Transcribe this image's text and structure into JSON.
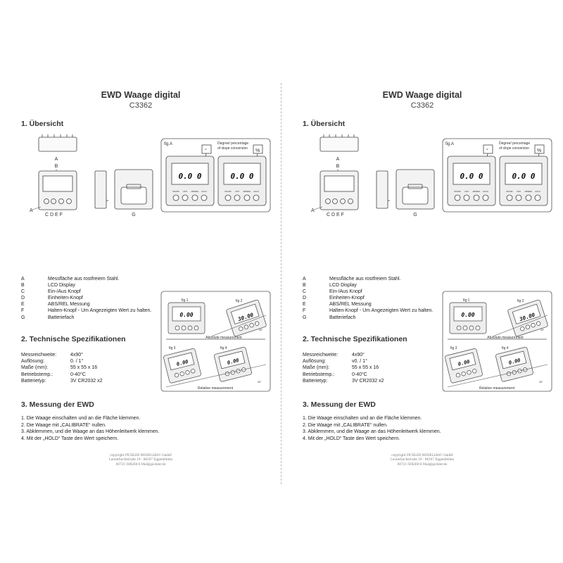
{
  "pages": [
    {
      "title": "EWD Waage digital",
      "code": "C3362",
      "section1": "1. Übersicht",
      "section2": "2. Technische Spezifikationen",
      "section3": "3. Messung der EWD",
      "figures": {
        "fig_a": "fig.A",
        "callout": [
          "Degree/ percentage",
          "of slope conversion"
        ],
        "lcd_value": "0.0 0",
        "button_labels": [
          "ON/OFF",
          "UNIT",
          "ABS/REL",
          "HOLD"
        ],
        "labels": {
          "A": "A",
          "B": "B",
          "CDEF": "C D E F",
          "G": "G"
        },
        "fig1": "fig 1",
        "fig2": "fig 2",
        "fig3": "fig 3",
        "fig4": "fig 4",
        "fig2_value": "30.00",
        "fig3_value": "0.00",
        "fig4_value": "0.00",
        "angle_label": "30°",
        "absolute": "Absolute measurement",
        "relative": "Relative measurement"
      },
      "legend": [
        {
          "key": "A",
          "text": "Messfläche aus rostfreiem Stahl."
        },
        {
          "key": "B",
          "text": "LCD Display"
        },
        {
          "key": "C",
          "text": "Ein-/Aus Knopf"
        },
        {
          "key": "D",
          "text": "Einheiten-Knopf"
        },
        {
          "key": "E",
          "text": "ABS/REL Messung"
        },
        {
          "key": "F",
          "text": "Halten-Knopf - Um Angezeigten Wert zu halten."
        },
        {
          "key": "G",
          "text": "Batteriefach"
        }
      ],
      "specs": [
        {
          "key": "Messreichweite:",
          "value": "4x90°"
        },
        {
          "key": "Auflösung:",
          "value": "0. / 1°"
        },
        {
          "key": "Maße (mm):",
          "value": "55 x 55 x 16"
        },
        {
          "key": "Betriebstemp.:",
          "value": "0-40°C"
        },
        {
          "key": "Batterietyp:",
          "value": "3V CR2032 x2"
        }
      ],
      "steps": [
        "1. Die Waage einschalten und an die Fläche klemmen.",
        "2. Die Waage mit „CALIBRATE“ nullen.",
        "3. Abklemmen, und die Waage an das Höhenleitwerk klemmen.",
        "4. Mit der „HOLD“ Taste den Wert speichern."
      ],
      "footer": [
        "copyright PICHLER MODELLBAU GmbH",
        "Lauterbachstraße 19 - 84307 Eggenfelden",
        "08721-508260-0   Mail@pichler.de"
      ]
    },
    {
      "title": "EWD Waage digital",
      "code": "C3362",
      "section1": "1. Übersicht",
      "section2": "2. Technische Spezifikationen",
      "section3": "3. Messung der EWD",
      "figures": {
        "fig_a": "fig.A",
        "callout": [
          "Degree/ percentage",
          "of slope conversion"
        ],
        "lcd_value": "0.0 0",
        "button_labels": [
          "ON/OFF",
          "UNIT",
          "ABS/REL",
          "HOLD"
        ],
        "labels": {
          "A": "A",
          "B": "B",
          "CDEF": "C D E F",
          "G": "G"
        },
        "fig1": "fig 1",
        "fig2": "fig 2",
        "fig3": "fig 3",
        "fig4": "fig 4",
        "fig2_value": "30.00",
        "fig3_value": "0.00",
        "fig4_value": "0.00",
        "angle_label": "30°",
        "absolute": "Absolute measurement",
        "relative": "Relative measurement"
      },
      "legend": [
        {
          "key": "A",
          "text": "Messfläche aus rostfreiem Stahl."
        },
        {
          "key": "B",
          "text": "LCD Display"
        },
        {
          "key": "C",
          "text": "Ein-/Aus Knopf"
        },
        {
          "key": "D",
          "text": "Einheiten-Knopf"
        },
        {
          "key": "E",
          "text": "ABS/REL Messung"
        },
        {
          "key": "F",
          "text": "Halten-Knopf - Um Angezeigten Wert zu halten."
        },
        {
          "key": "G",
          "text": "Batteriefach"
        }
      ],
      "specs": [
        {
          "key": "Messreichweite:",
          "value": "4x90°"
        },
        {
          "key": "Auflösung:",
          "value": "v0. / 1°"
        },
        {
          "key": "Maße (mm):",
          "value": "55 x 55 x 16"
        },
        {
          "key": "Betriebstemp.:",
          "value": "0-40°C"
        },
        {
          "key": "Batterietyp:",
          "value": "3V CR2032 x2"
        }
      ],
      "steps": [
        "1. Die Waage einschalten und an die Fläche klemmen.",
        "2. Die Waage mit „CALIBRATE“ nullen.",
        "3. Abklemmen, und die Waage an das Höhenleitwerk klemmen.",
        "4. Mit der „HOLD“ Taste den Wert speichern."
      ],
      "footer": [
        "copyright PICHLER MODELLBAU GmbH",
        "Lauterbachstraße 19 - 84307 Eggenfelden",
        "08721-508260-0   Mail@pichler.de"
      ]
    }
  ]
}
